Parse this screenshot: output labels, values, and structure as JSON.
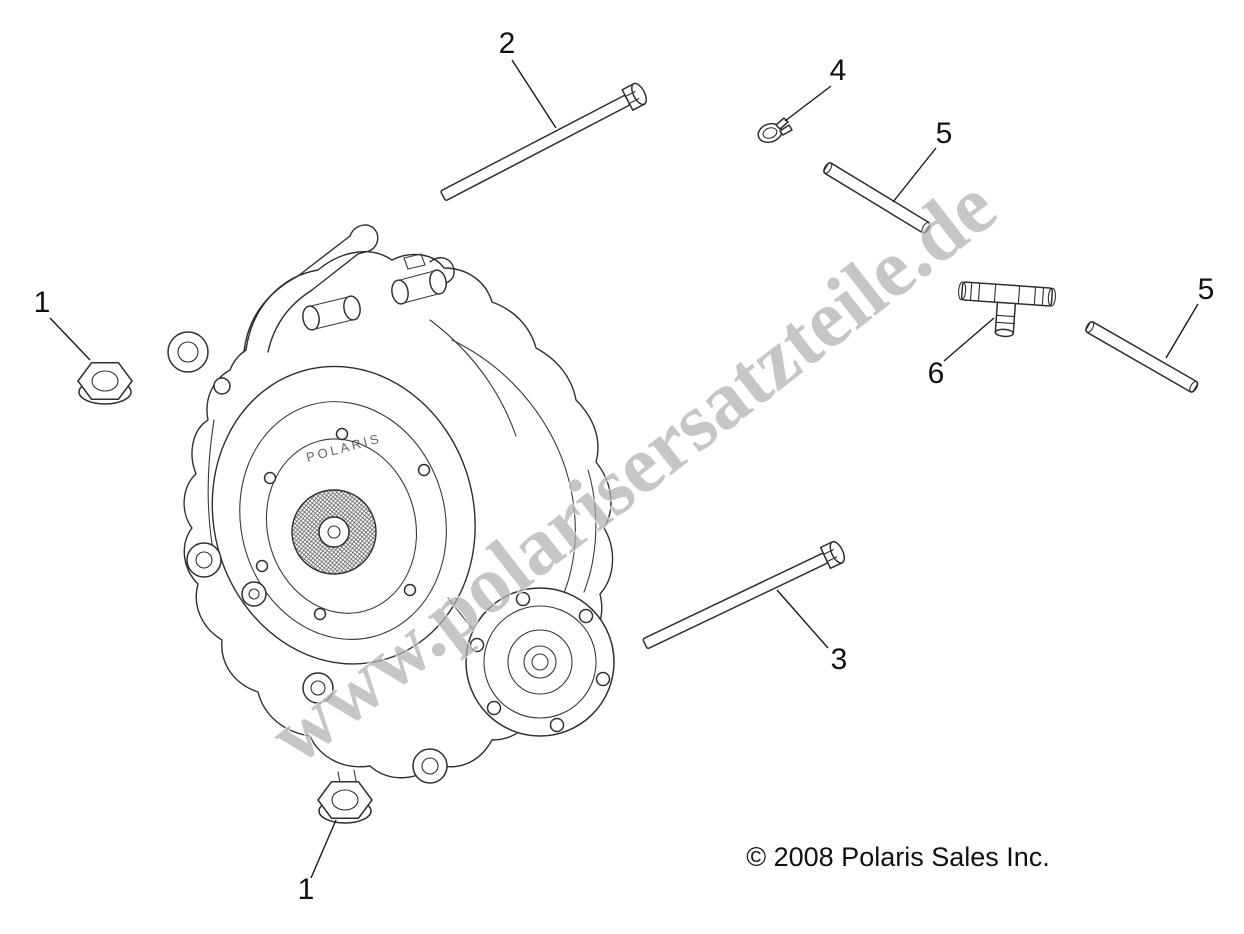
{
  "figure": {
    "watermark": "www.polarisersatzteile.de",
    "copyright": "© 2008 Polaris Sales Inc.",
    "assembly_brand": "POLARIS"
  },
  "colors": {
    "line": "#2f2f2f",
    "watermark": "#b0b0b0",
    "text": "#111111",
    "background": "#ffffff"
  },
  "callouts": {
    "nut_upper": {
      "label": "1"
    },
    "bolt_upper": {
      "label": "2"
    },
    "bolt_lower": {
      "label": "3"
    },
    "clamp": {
      "label": "4"
    },
    "vent_tube_upper": {
      "label": "5"
    },
    "vent_tube_lower": {
      "label": "5"
    },
    "tee_fitting": {
      "label": "6"
    },
    "nut_lower": {
      "label": "1"
    }
  }
}
